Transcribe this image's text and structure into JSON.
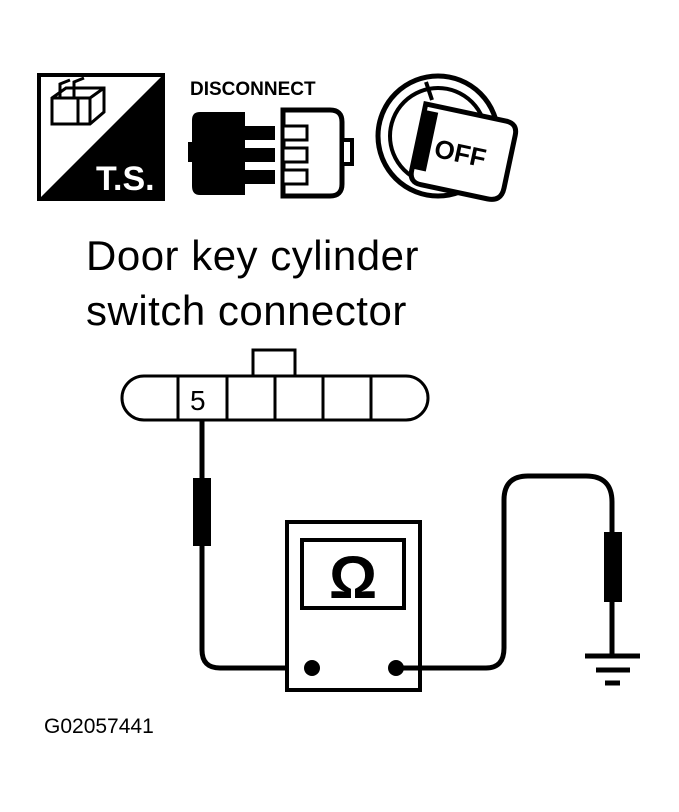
{
  "icons": {
    "test_symbol_label": "T.S.",
    "disconnect_label": "DISCONNECT",
    "ignition_label": "OFF"
  },
  "title": {
    "line1": "Door key cylinder",
    "line2": "switch connector"
  },
  "connector": {
    "pin_label": "5"
  },
  "meter": {
    "symbol": "Ω"
  },
  "figure_code": "G02057441"
}
